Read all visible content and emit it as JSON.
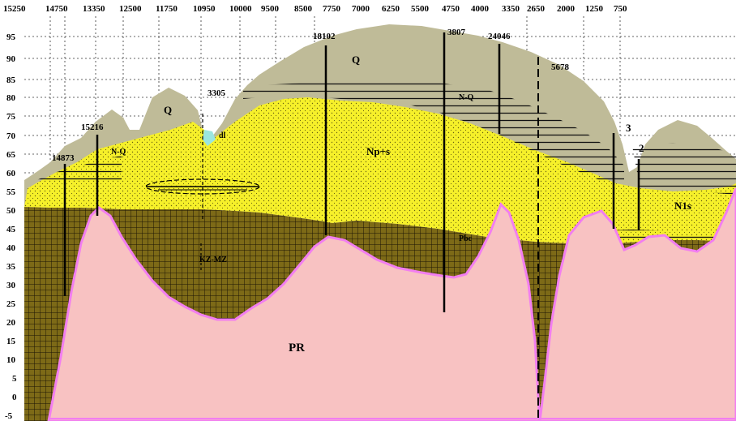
{
  "x_axis_ticks": [
    "15250",
    "14750",
    "13350",
    "12500",
    "11750",
    "10950",
    "10000",
    "9500",
    "8500",
    "7750",
    "7000",
    "6250",
    "5500",
    "4750",
    "4000",
    "3350",
    "2650",
    "2000",
    "1250",
    "750"
  ],
  "y_axis_ticks": [
    "95",
    "90",
    "85",
    "80",
    "75",
    "70",
    "65",
    "60",
    "55",
    "50",
    "45",
    "40",
    "35",
    "30",
    "25",
    "20",
    "15",
    "10",
    "5",
    "0",
    "-5"
  ],
  "wells": [
    "14873",
    "15216",
    "3305",
    "18102",
    "3807",
    "24046",
    "5678",
    "3",
    "2"
  ],
  "units": {
    "q_left": "Q",
    "q_top": "Q",
    "nq_left": "N-Q",
    "nq_right": "N-Q",
    "dl": "dl",
    "nps": "Np+s",
    "n1s": "N1s",
    "pbc": "Pbc",
    "kzmz": "KZ-MZ",
    "pr": "PR"
  },
  "colors": {
    "quaternary": "#bfbb98",
    "neogene": "#f6f02a",
    "kz_mz": "#7d6a17",
    "pr": "#f8c2c2",
    "pr_edge": "#f27ef0",
    "dl": "#9be6e0"
  }
}
